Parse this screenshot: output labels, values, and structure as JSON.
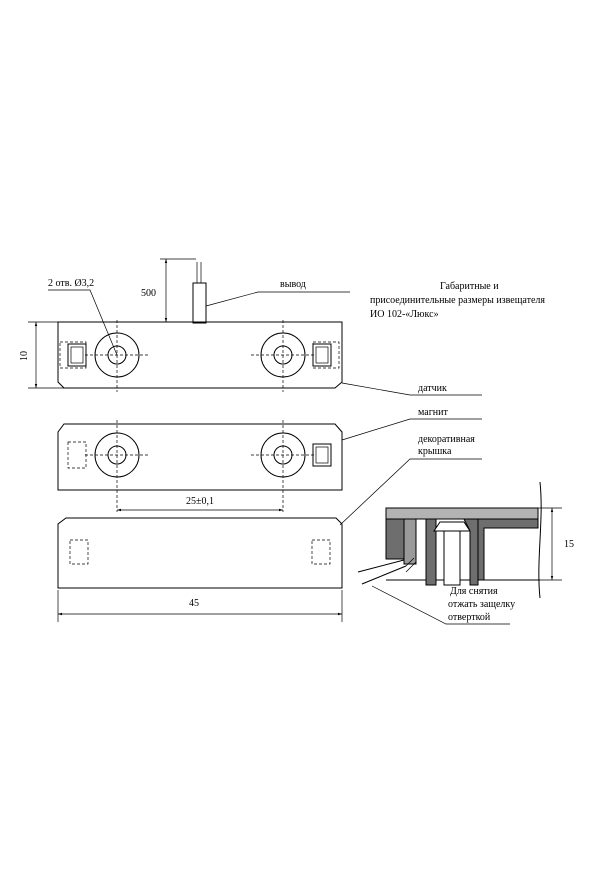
{
  "labels": {
    "title_line1": "Габаритные и",
    "title_line2": "присоединительные размеры извещателя",
    "title_line3": "ИО 102-«Люкс»",
    "lead": "вывод",
    "sensor": "датчик",
    "magnet": "магнит",
    "cover_line1": "декоративная",
    "cover_line2": "крышка",
    "removal_line1": "Для снятия",
    "removal_line2": "отжать защелку",
    "removal_line3": "отверткой"
  },
  "dimensions": {
    "holes": "2 отв. Ø3,2",
    "lead_length": "500",
    "height": "10",
    "hole_spacing": "25±0,1",
    "length": "45",
    "section_height": "15"
  }
}
